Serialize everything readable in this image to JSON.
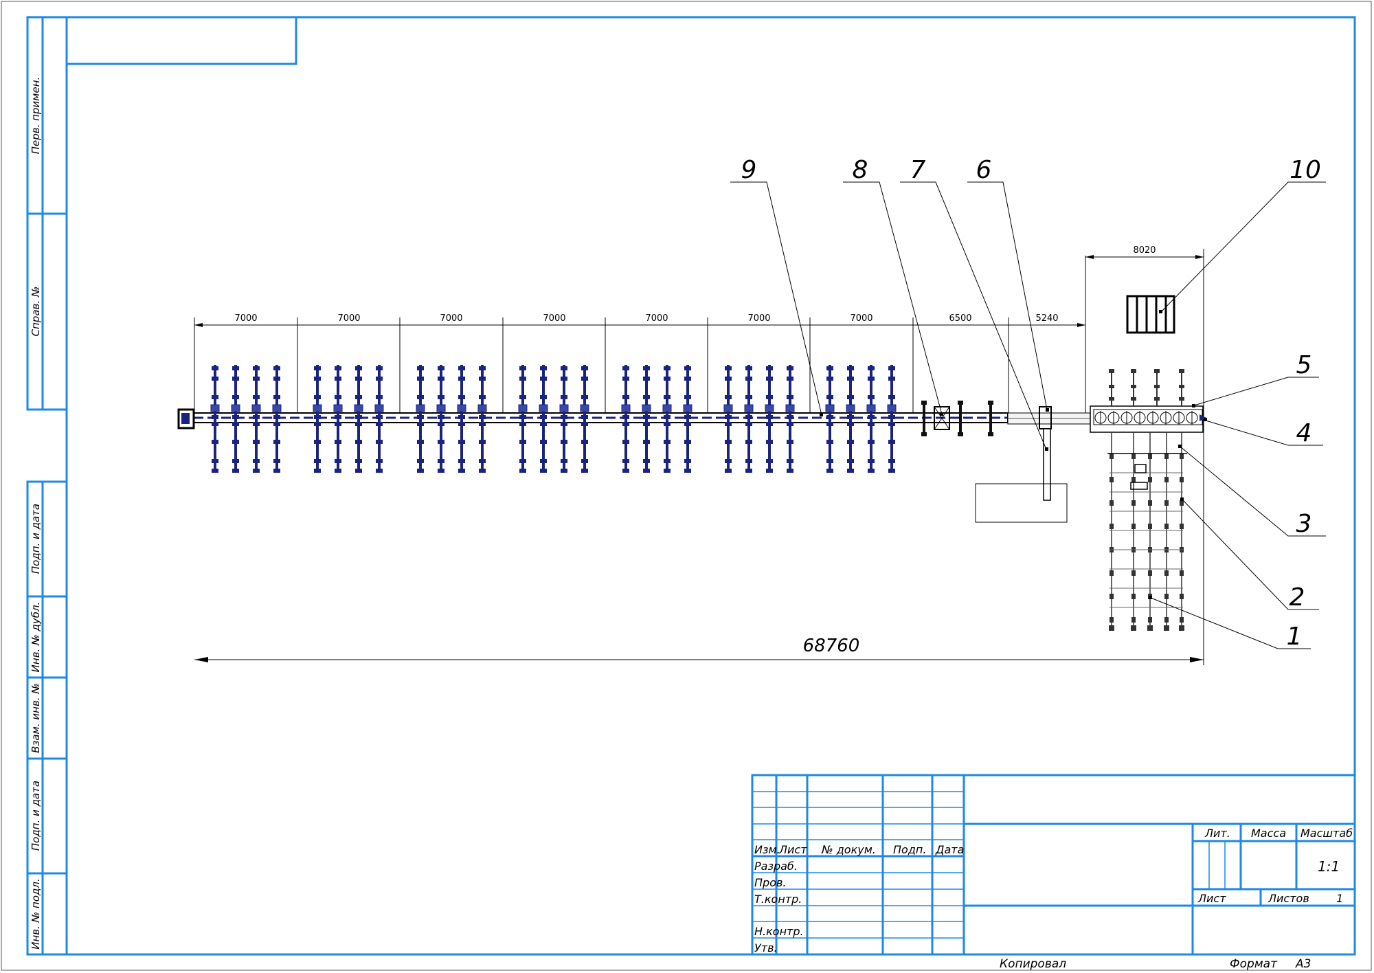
{
  "drawing": {
    "dimensions": {
      "segments": [
        "7000",
        "7000",
        "7000",
        "7000",
        "7000",
        "7000",
        "7000",
        "6500",
        "5240"
      ],
      "width_right": "8020",
      "total": "68760"
    },
    "callouts": [
      "1",
      "2",
      "3",
      "4",
      "5",
      "6",
      "7",
      "8",
      "9",
      "10"
    ]
  },
  "side_stamp": {
    "labels": [
      "Перв. примен.",
      "Справ. №",
      "Подп. и дата",
      "Инв. № дубл.",
      "Взам. инв. №",
      "Подп. и дата",
      "Инв. № подл."
    ]
  },
  "title_block": {
    "col_headers": [
      "Изм.",
      "Лист",
      "№ докум.",
      "Подп.",
      "Дата"
    ],
    "rows": [
      "Разраб.",
      "Пров.",
      "Т.контр.",
      "",
      "Н.контр.",
      "Утв."
    ],
    "lit": "Лит.",
    "mass": "Масса",
    "scale_label": "Масштаб",
    "scale_value": "1:1",
    "sheet_label": "Лист",
    "sheets_label": "Листов",
    "sheets_value": "1"
  },
  "footer": {
    "copied": "Копировал",
    "format_label": "Формат",
    "format_value": "А3"
  },
  "colors": {
    "frame": "#1e88e5",
    "line": "#000000",
    "equipment": "#1a237e",
    "equipment_light": "#3949ab"
  }
}
